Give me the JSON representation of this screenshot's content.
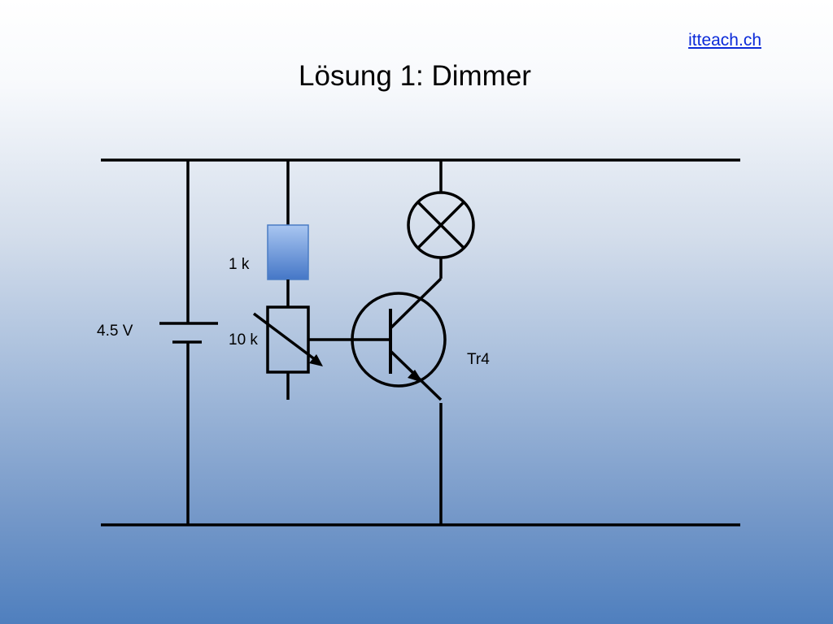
{
  "slide": {
    "site_link": "itteach.ch",
    "title": "Lösung 1: Dimmer"
  },
  "circuit": {
    "battery_label": "4.5 V",
    "resistor_label": "1 k",
    "potentiometer_label": "10 k",
    "transistor_label": "Tr4"
  },
  "colors": {
    "background_top": "#ffffff",
    "background_bottom": "#4f7fbe",
    "link": "#0b2ad9",
    "resistor_fill": "#6b98dc",
    "resistor_border": "#4a7cc4"
  }
}
